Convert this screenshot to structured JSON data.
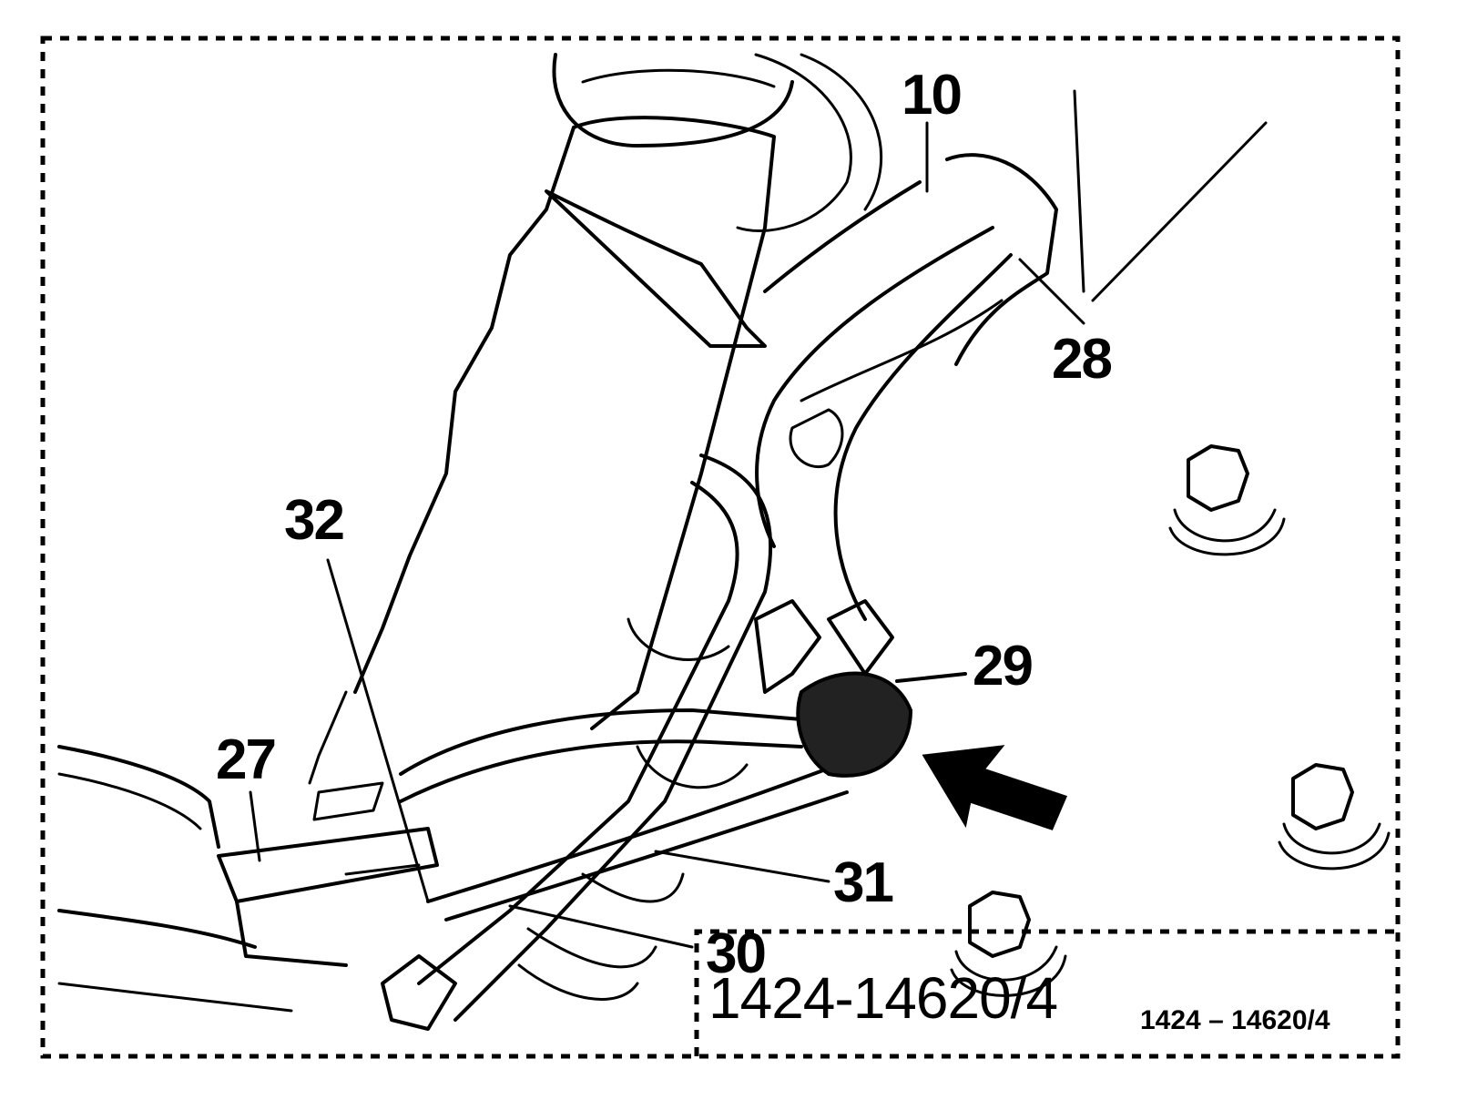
{
  "diagram": {
    "callouts": {
      "c10": "10",
      "c27": "27",
      "c28": "28",
      "c29": "29",
      "c30": "30",
      "c31": "31",
      "c32": "32"
    },
    "reference_large": "1424-14620/4",
    "reference_small": "1424 – 14620/4",
    "line_color": "#000000",
    "background_color": "#ffffff"
  }
}
